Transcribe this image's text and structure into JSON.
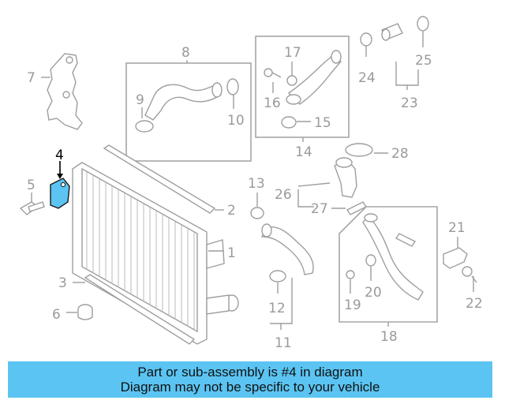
{
  "callouts": {
    "n1": "1",
    "n2": "2",
    "n3": "3",
    "n4": "4",
    "n5": "5",
    "n6": "6",
    "n7": "7",
    "n8": "8",
    "n9": "9",
    "n10": "10",
    "n11": "11",
    "n12": "12",
    "n13": "13",
    "n14": "14",
    "n15": "15",
    "n16": "16",
    "n17": "17",
    "n18": "18",
    "n19": "19",
    "n20": "20",
    "n21": "21",
    "n22": "22",
    "n23": "23",
    "n24": "24",
    "n25": "25",
    "n26": "26",
    "n27": "27",
    "n28": "28"
  },
  "highlight": {
    "part_number": "4",
    "color": "#5bc4f2"
  },
  "banner": {
    "line1": "Part or sub-assembly is #4 in diagram",
    "line2": "Diagram may not be specific to your vehicle",
    "color": "#5bc4f2"
  }
}
